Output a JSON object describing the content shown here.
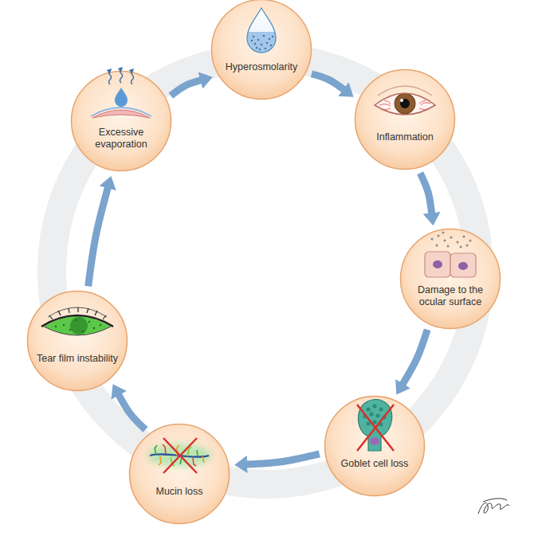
{
  "diagram": {
    "nodes": [
      {
        "text": [
          "Hyperosmolarity"
        ]
      },
      {
        "text": [
          "Inflammation"
        ]
      },
      {
        "text": [
          "Damage to the ocular surface"
        ]
      },
      {
        "text": [
          "Goblet cell loss"
        ]
      },
      {
        "text": [
          "Mucin loss"
        ]
      },
      {
        "text": [
          "Tear film instability"
        ]
      },
      {
        "text": [
          "Excessive evaporation"
        ]
      }
    ],
    "edges": [
      {
        "from": 0,
        "to": 1,
        "arrow": "to"
      },
      {
        "from": 1,
        "to": 2,
        "arrow": "to"
      },
      {
        "from": 2,
        "to": 3,
        "arrow": "to"
      },
      {
        "from": 3,
        "to": 4,
        "arrow": "to"
      },
      {
        "from": 4,
        "to": 5,
        "arrow": "to"
      },
      {
        "from": 5,
        "to": 6,
        "arrow": "to"
      },
      {
        "from": 6,
        "to": 0,
        "arrow": "to"
      }
    ]
  }
}
